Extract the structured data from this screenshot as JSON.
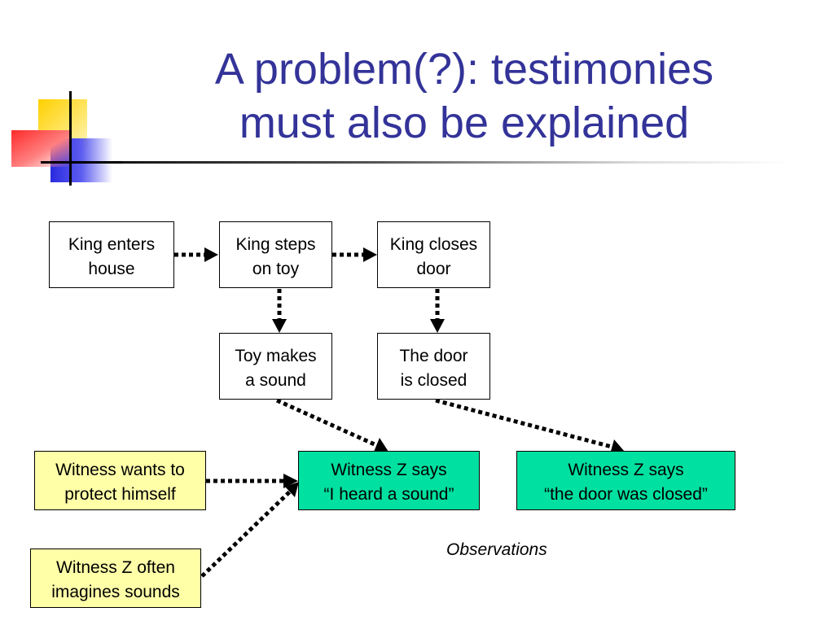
{
  "slide": {
    "title_line1": "A problem(?): testimonies",
    "title_line2": "must also be explained"
  },
  "colors": {
    "title": "#333399",
    "cause_box": "#ffffa8",
    "observation_box": "#00e0a0"
  },
  "nodes": {
    "king_enters": "King enters\nhouse",
    "king_steps": "King steps\non toy",
    "king_closes": "King closes\ndoor",
    "toy_sound": "Toy makes\n a sound",
    "door_closed": "The door\n is closed",
    "witness_protect": "Witness wants to\nprotect himself",
    "witness_imagines": "Witness Z often\nimagines sounds",
    "says_sound": "Witness Z says\n“I heard a sound”",
    "says_door": "Witness Z says\n“the door was closed”"
  },
  "caption": "Observations"
}
